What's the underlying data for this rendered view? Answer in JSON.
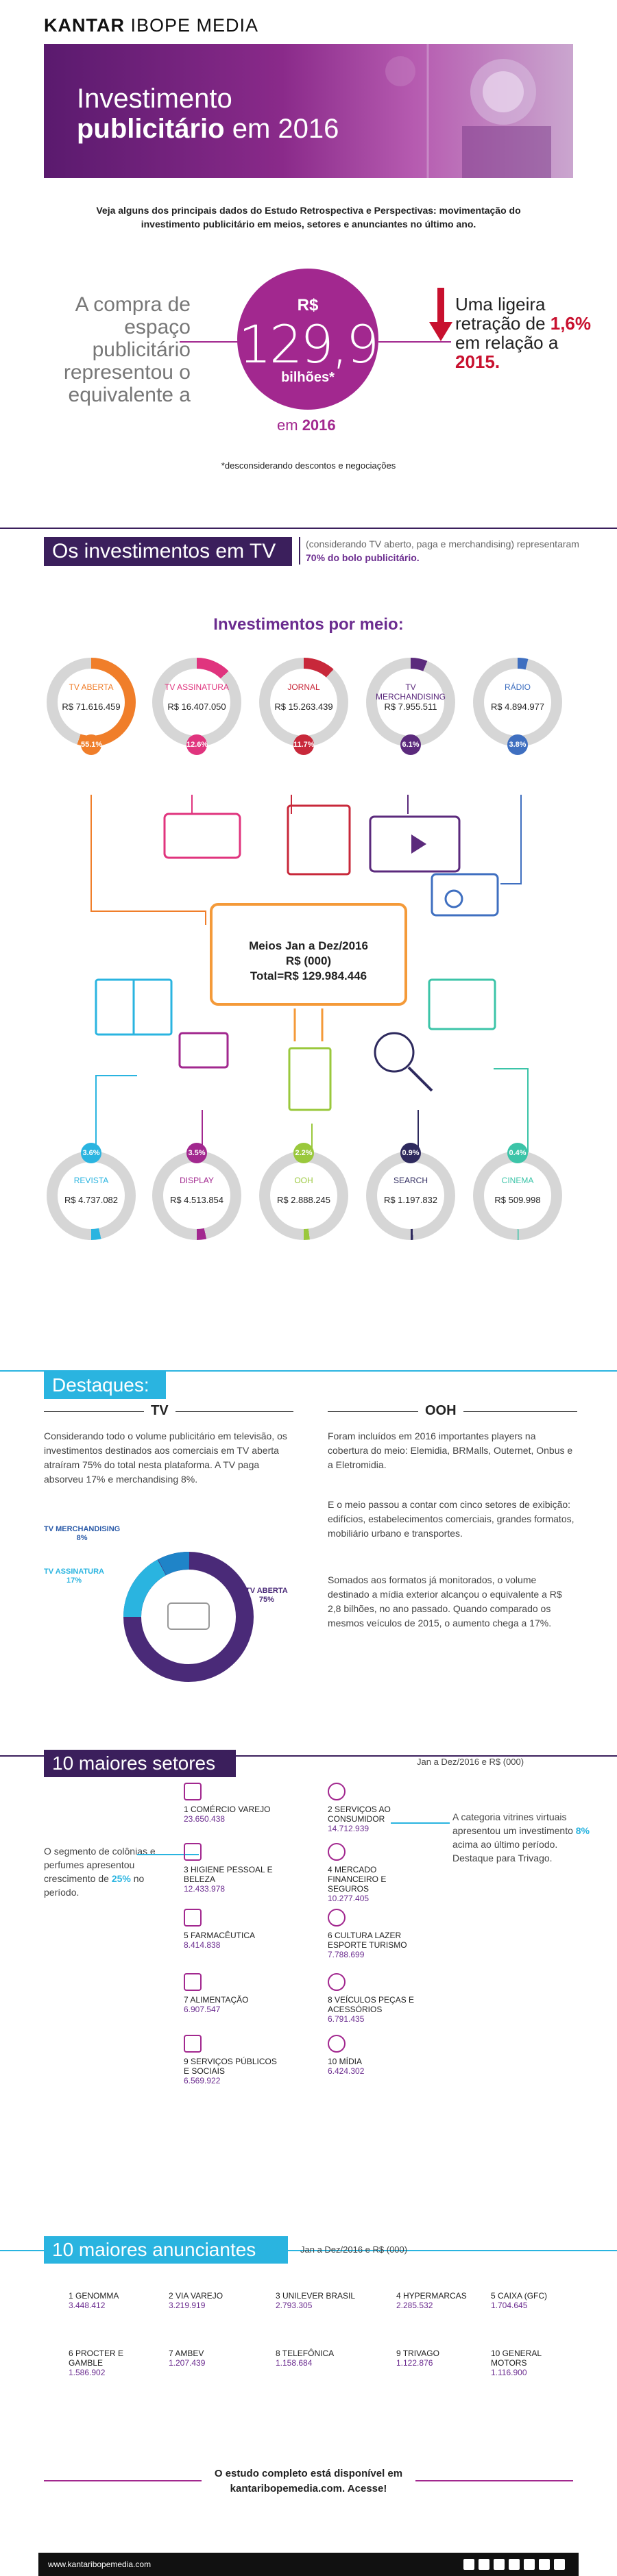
{
  "header": {
    "logo_bold": "KANTAR",
    "logo_thin": "IBOPE MEDIA",
    "hero_line1": "Investimento",
    "hero_line2_bold": "publicitário",
    "hero_line2_rest": " em 2016"
  },
  "intro": "Veja alguns dos principais dados do Estudo Retrospectiva e Perspectivas: movimentação do investimento publicitário em meios, setores e anunciantes no último ano.",
  "summary": {
    "left_text": "A compra de espaço publicitário representou o equivalente a",
    "currency": "R$",
    "amount": "129,9",
    "unit": "bilhões*",
    "year_prefix": "em ",
    "year": "2016",
    "retraction_pre": "Uma ligeira retração de ",
    "retraction_pct": "1,6%",
    "retraction_mid": " em relação a ",
    "retraction_year": "2015.",
    "footnote": "*desconsiderando descontos e negociações"
  },
  "tv_section": {
    "title": "Os investimentos em TV",
    "note_pre": "(considerando TV aberto, paga e merchandising) representaram ",
    "note_bold": "70% do bolo publicitário."
  },
  "media": {
    "title": "Investimentos por meio:",
    "center_line1": "Meios Jan a Dez/2016",
    "center_line2": "R$ (000)",
    "center_line3": "Total=R$ 129.984.446",
    "top": [
      {
        "label": "TV ABERTA",
        "value": "R$ 71.616.459",
        "pct": "55.1%",
        "share": 55.1,
        "color": "#f07e2a"
      },
      {
        "label": "TV ASSINATURA",
        "value": "R$ 16.407.050",
        "pct": "12.6%",
        "share": 12.6,
        "color": "#e0347e"
      },
      {
        "label": "JORNAL",
        "value": "R$ 15.263.439",
        "pct": "11.7%",
        "share": 11.7,
        "color": "#c8283a"
      },
      {
        "label": "TV MERCHANDISING",
        "value": "R$ 7.955.511",
        "pct": "6.1%",
        "share": 6.1,
        "color": "#5b2a7c"
      },
      {
        "label": "RÁDIO",
        "value": "R$ 4.894.977",
        "pct": "3.8%",
        "share": 3.8,
        "color": "#3f6fc0"
      }
    ],
    "bottom": [
      {
        "label": "REVISTA",
        "value": "R$ 4.737.082",
        "pct": "3.6%",
        "share": 3.6,
        "color": "#2ab4e0"
      },
      {
        "label": "DISPLAY",
        "value": "R$ 4.513.854",
        "pct": "3.5%",
        "share": 3.5,
        "color": "#a2288f"
      },
      {
        "label": "OOH",
        "value": "R$ 2.888.245",
        "pct": "2.2%",
        "share": 2.2,
        "color": "#9ac83c"
      },
      {
        "label": "SEARCH",
        "value": "R$ 1.197.832",
        "pct": "0.9%",
        "share": 0.9,
        "color": "#2e2a5e"
      },
      {
        "label": "CINEMA",
        "value": "R$ 509.998",
        "pct": "0.4%",
        "share": 0.4,
        "color": "#3cc4a8"
      }
    ]
  },
  "highlights": {
    "title": "Destaques:",
    "tv_head": "TV",
    "tv_text": "Considerando todo o volume publicitário em televisão, os investimentos destinados aos comerciais em TV aberta atraíram 75% do total nesta plataforma. A TV paga absorveu 17% e merchandising 8%.",
    "tv_merch_label": "TV MERCHANDISING",
    "tv_merch_pct": "8%",
    "tv_ass_label": "TV ASSINATURA",
    "tv_ass_pct": "17%",
    "tv_aberta_label": "TV ABERTA",
    "tv_aberta_pct": "75%",
    "ooh_head": "OOH",
    "ooh_p1": "Foram incluídos em 2016 importantes players na cobertura do meio: Elemidia, BRMalls, Outernet, Onbus e a Eletromidia.",
    "ooh_p2": "E o meio passou a contar com cinco setores de exibição: edifícios, estabelecimentos comerciais, grandes formatos, mobiliário urbano e transportes.",
    "ooh_p3": "Somados aos formatos já monitorados, o volume destinado a mídia exterior alcançou o equivalente a R$ 2,8 bilhões, no ano passado. Quando comparado os mesmos veículos de 2015, o aumento chega a 17%."
  },
  "sectors": {
    "title": "10 maiores setores",
    "period": "Jan a Dez/2016 e R$ (000)",
    "left_note_pre": "O segmento de colônias e perfumes apresentou crescimento de ",
    "left_note_pct": "25%",
    "left_note_post": " no período.",
    "right_note_pre": "A categoria vitrines virtuais apresentou um investimento ",
    "right_note_pct": "8%",
    "right_note_post": " acima ao último período. Destaque para Trivago.",
    "items": [
      {
        "n": "1",
        "name": "COMÉRCIO VAREJO",
        "value": "23.650.438"
      },
      {
        "n": "2",
        "name": "SERVIÇOS AO CONSUMIDOR",
        "value": "14.712.939"
      },
      {
        "n": "3",
        "name": "HIGIENE PESSOAL E BELEZA",
        "value": "12.433.978"
      },
      {
        "n": "4",
        "name": "MERCADO FINANCEIRO E SEGUROS",
        "value": "10.277.405"
      },
      {
        "n": "5",
        "name": "FARMACÊUTICA",
        "value": "8.414.838"
      },
      {
        "n": "6",
        "name": "CULTURA LAZER ESPORTE TURISMO",
        "value": "7.788.699"
      },
      {
        "n": "7",
        "name": "ALIMENTAÇÃO",
        "value": "6.907.547"
      },
      {
        "n": "8",
        "name": "VEÍCULOS PEÇAS E ACESSÓRIOS",
        "value": "6.791.435"
      },
      {
        "n": "9",
        "name": "SERVIÇOS PÚBLICOS E SOCIAIS",
        "value": "6.569.922"
      },
      {
        "n": "10",
        "name": "MÍDIA",
        "value": "6.424.302"
      }
    ]
  },
  "advertisers": {
    "title": "10 maiores anunciantes",
    "period": "Jan a Dez/2016 e R$ (000)",
    "items": [
      {
        "n": "1",
        "name": "GENOMMA",
        "value": "3.448.412"
      },
      {
        "n": "2",
        "name": "VIA VAREJO",
        "value": "3.219.919"
      },
      {
        "n": "3",
        "name": "UNILEVER BRASIL",
        "value": "2.793.305"
      },
      {
        "n": "4",
        "name": "HYPERMARCAS",
        "value": "2.285.532"
      },
      {
        "n": "5",
        "name": "CAIXA (GFC)",
        "value": "1.704.645"
      },
      {
        "n": "6",
        "name": "PROCTER E GAMBLE",
        "value": "1.586.902"
      },
      {
        "n": "7",
        "name": "AMBEV",
        "value": "1.207.439"
      },
      {
        "n": "8",
        "name": "TELEFÔNICA",
        "value": "1.158.684"
      },
      {
        "n": "9",
        "name": "TRIVAGO",
        "value": "1.122.876"
      },
      {
        "n": "10",
        "name": "GENERAL MOTORS",
        "value": "1.116.900"
      }
    ]
  },
  "closing": {
    "line1": "O estudo completo está disponível em",
    "line2": "kantaribopemedia.com. Acesse!"
  },
  "footer": {
    "url": "www.kantaribopemedia.com",
    "social_icons": [
      "linkedin-icon",
      "youtube-icon",
      "facebook-icon",
      "instagram-icon",
      "twitter-icon",
      "play-icon",
      "g-plus-icon"
    ]
  },
  "colors": {
    "purple": "#6b2c8f",
    "magenta": "#a2288f",
    "navy": "#3b1f5c",
    "cyan": "#2ab4e0",
    "red": "#c8102e"
  }
}
